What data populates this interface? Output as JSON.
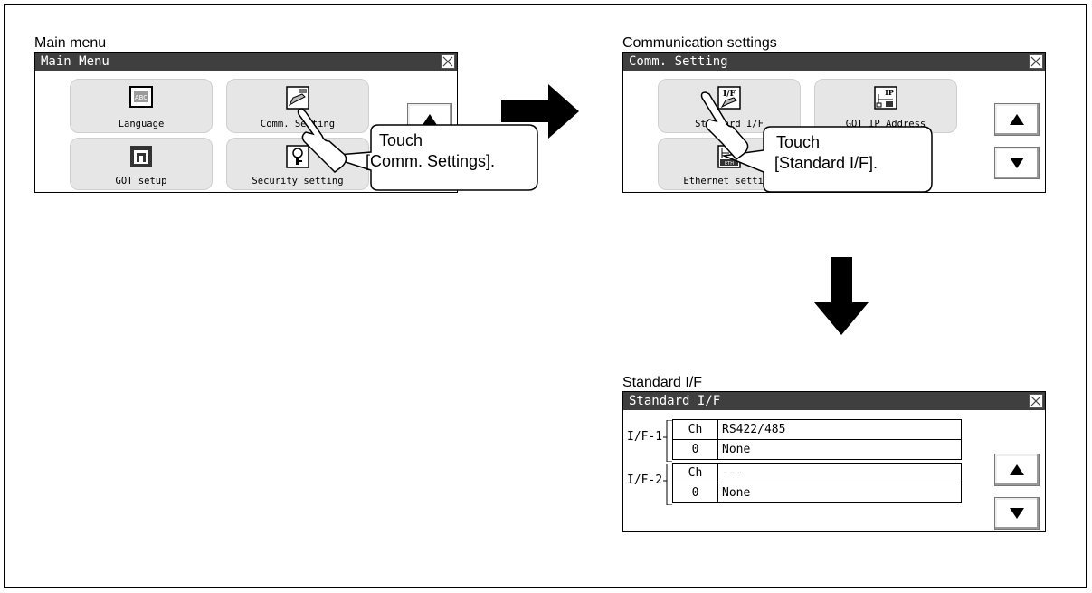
{
  "captions": {
    "main_menu": "Main menu",
    "comm_settings": "Communication settings",
    "standard_if": "Standard I/F"
  },
  "main_menu_window": {
    "title": "Main Menu",
    "tiles": [
      {
        "label": "Language",
        "icon": "language-icon"
      },
      {
        "label": "Comm. Setting",
        "icon": "comm-setting-icon"
      },
      {
        "label": "GOT setup",
        "icon": "got-setup-icon"
      },
      {
        "label": "Security setting",
        "icon": "security-key-icon"
      }
    ],
    "callout": [
      "Touch",
      "[Comm. Settings]."
    ]
  },
  "comm_window": {
    "title": "Comm. Setting",
    "tiles": [
      {
        "label": "Standard I/F",
        "icon": "interface-icon"
      },
      {
        "label": "GOT IP Address",
        "icon": "ip-address-icon"
      },
      {
        "label": "Ethernet setting",
        "icon": "ethernet-icon"
      }
    ],
    "callout": [
      "Touch",
      "[Standard I/F]."
    ]
  },
  "standard_if_window": {
    "title": "Standard I/F",
    "interfaces": [
      {
        "name": "I/F-1",
        "ch_header": "Ch",
        "ch_value": "RS422/485",
        "num": "0",
        "driver": "None"
      },
      {
        "name": "I/F-2",
        "ch_header": "Ch",
        "ch_value": "---",
        "num": "0",
        "driver": "None"
      }
    ]
  },
  "icons": {
    "arrows": [
      "right-arrow-icon",
      "down-arrow-icon"
    ],
    "buttons": [
      "scroll-up-icon",
      "scroll-down-icon",
      "close-icon"
    ]
  }
}
